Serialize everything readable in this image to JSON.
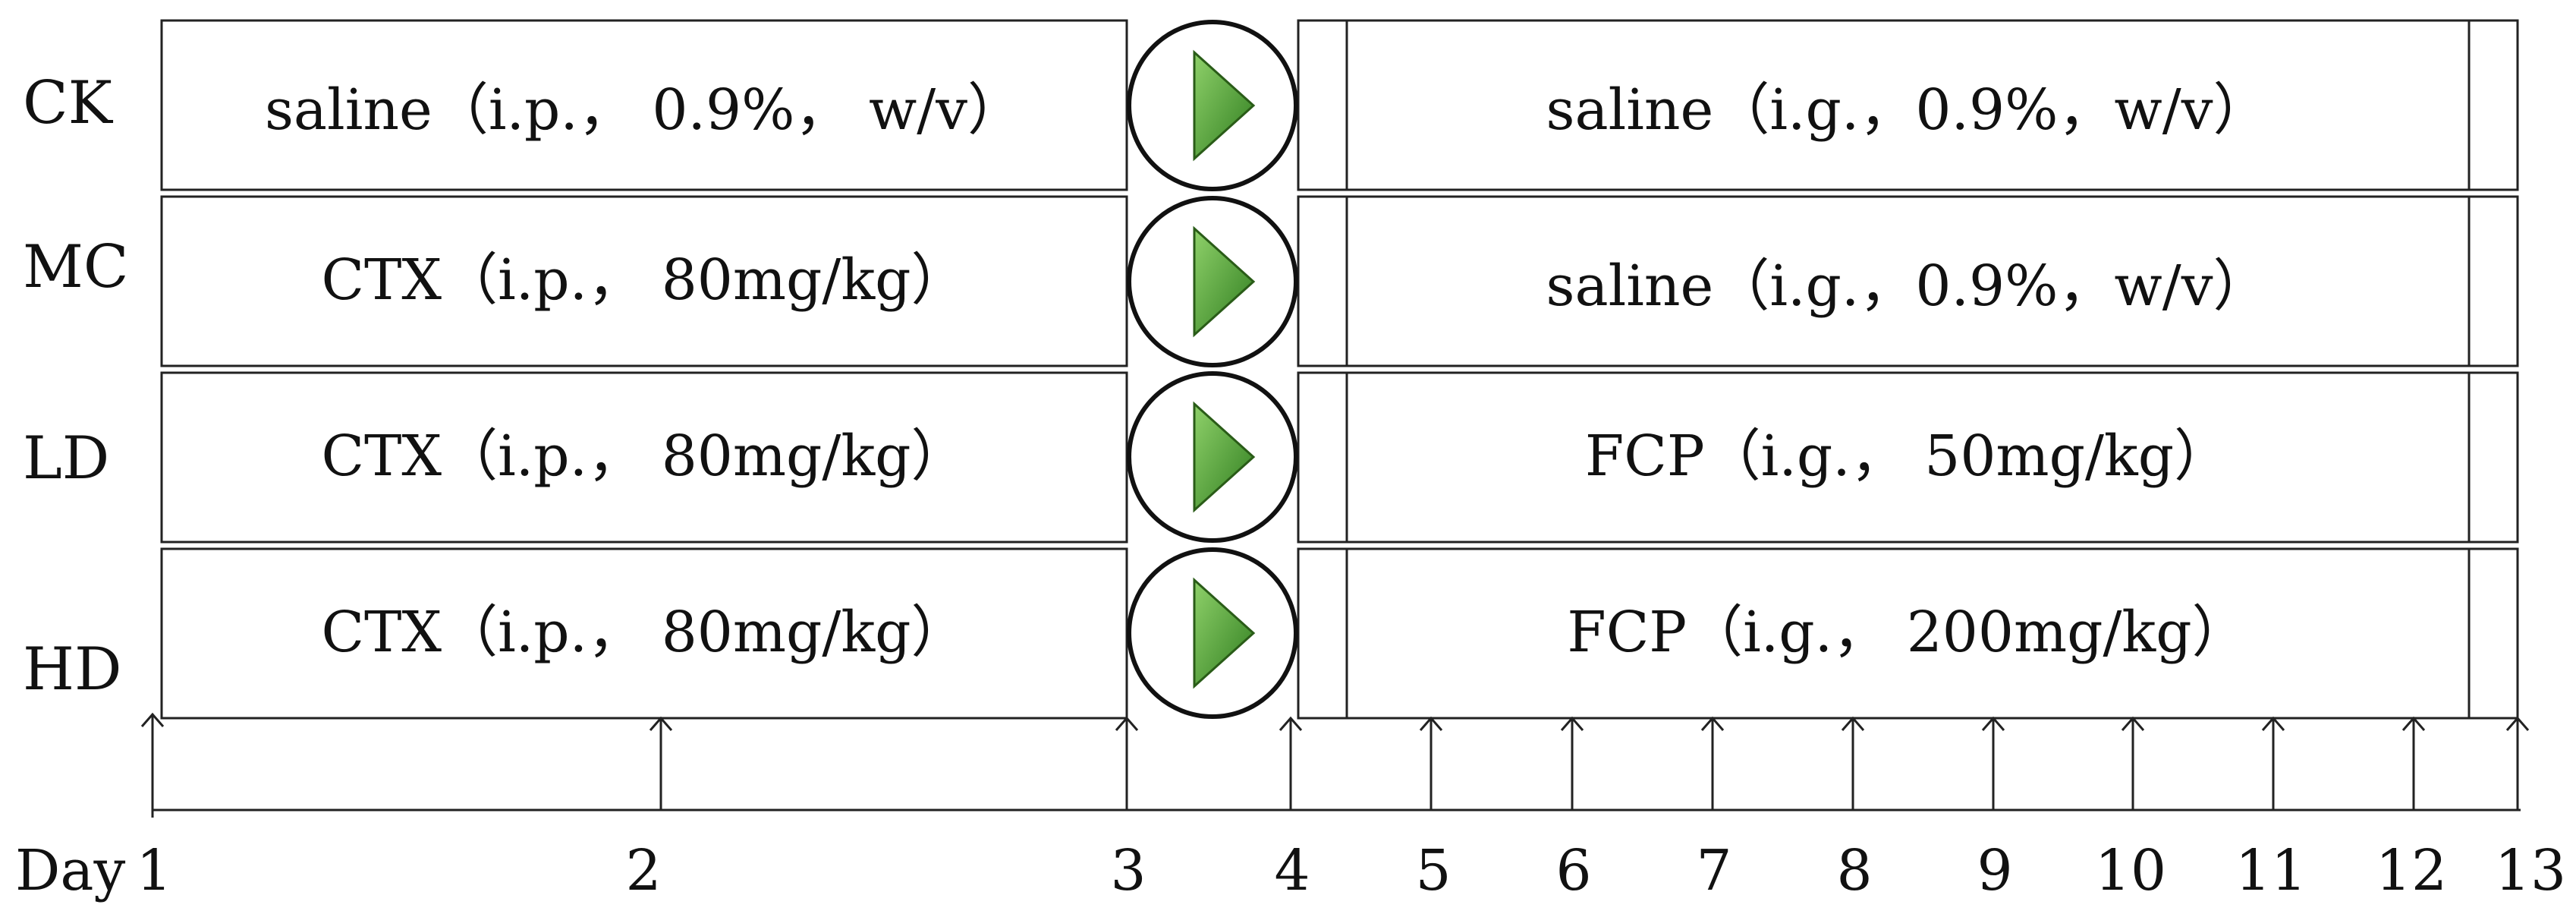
{
  "groups": [
    {
      "id": "CK",
      "phase1": "saline（i.p.， 0.9%， w/v）",
      "phase2": "saline（i.g.，0.9%，w/v）"
    },
    {
      "id": "MC",
      "phase1": "CTX（i.p.， 80mg/kg）",
      "phase2": "saline（i.g.，0.9%，w/v）"
    },
    {
      "id": "LD",
      "phase1": "CTX（i.p.， 80mg/kg）",
      "phase2": "FCP（i.g.， 50mg/kg）"
    },
    {
      "id": "HD",
      "phase1": "CTX（i.p.， 80mg/kg）",
      "phase2": "FCP（i.g.， 200mg/kg）"
    }
  ],
  "timeline": {
    "prefix": "Day",
    "days": [
      "1",
      "2",
      "3",
      "4",
      "5",
      "6",
      "7",
      "8",
      "9",
      "10",
      "11",
      "12",
      "13"
    ]
  },
  "colors": {
    "arrow_light": "#8fd16a",
    "arrow_dark": "#2f7d1f",
    "stroke": "#222222"
  },
  "icons": {
    "transition": "play-arrow-icon"
  }
}
